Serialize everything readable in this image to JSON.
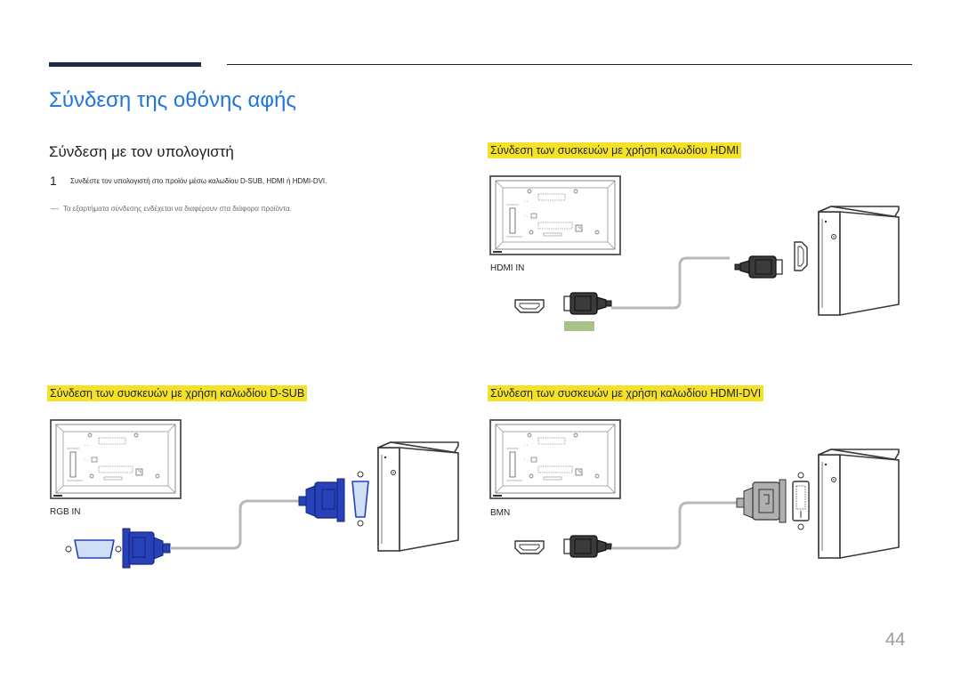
{
  "page": {
    "title": "Σύνδεση της οθόνης αφής",
    "subtitle": "Σύνδεση με τον υπολογιστή",
    "step_number": "1",
    "step_text": "Συνδέστε τον υπολογιστή στο προϊόν μέσω καλωδίου D-SUB, HDMI ή HDMI-DVI.",
    "note_dash": "―",
    "note_text": "Τα εξαρτήματα σύνδεσης ενδέχεται να διαφέρουν στα διάφορα προϊόντα.",
    "page_number": "44"
  },
  "sections": {
    "hdmi": {
      "heading": "Σύνδεση των συσκευών με χρήση καλωδίου HDMI",
      "port_label": "HDMI IN"
    },
    "dsub": {
      "heading": "Σύνδεση των συσκευών με χρήση καλωδίου D-SUB",
      "port_label": "RGB IN"
    },
    "hdmidvi": {
      "heading": "Σύνδεση των συσκευών με χρήση καλωδίου HDMI-DVI",
      "port_label": "BMN"
    }
  },
  "colors": {
    "title": "#1f75e0",
    "highlight": "#f3e227",
    "vga_blue": "#2741b8",
    "hdmi_plug": "#3b3b3b",
    "dvi_plug": "#b0b0b0",
    "cable": "#b8b8b8"
  }
}
